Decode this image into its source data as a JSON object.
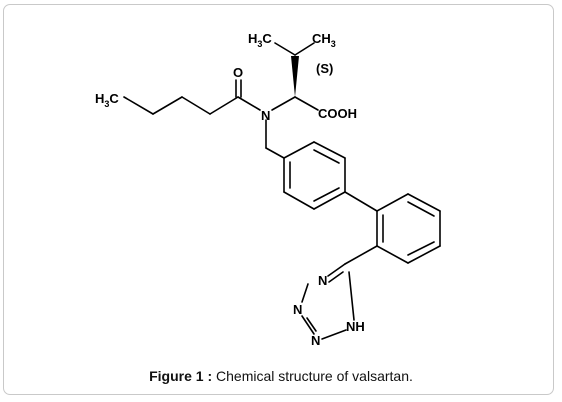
{
  "figure": {
    "caption_label": "Figure 1 :",
    "caption_text": " Chemical structure of valsartan."
  },
  "atoms": {
    "h3c_left": "H",
    "h3c_left_sub": "3",
    "h3c_left_c": "C",
    "h3c_top": "H",
    "h3c_top_sub": "3",
    "h3c_top_c": "C",
    "ch3_top_c": "CH",
    "ch3_top_sub": "3",
    "stereo": "(S)",
    "oxygen": "O",
    "nitrogen_amide": "N",
    "cooh": "COOH",
    "tetrazole_n_top": "N",
    "tetrazole_n_left1": "N",
    "tetrazole_n_left2": "N",
    "tetrazole_nh": "NH"
  },
  "colors": {
    "bond": "#000000",
    "border": "#c9c9c9",
    "background": "#ffffff"
  }
}
